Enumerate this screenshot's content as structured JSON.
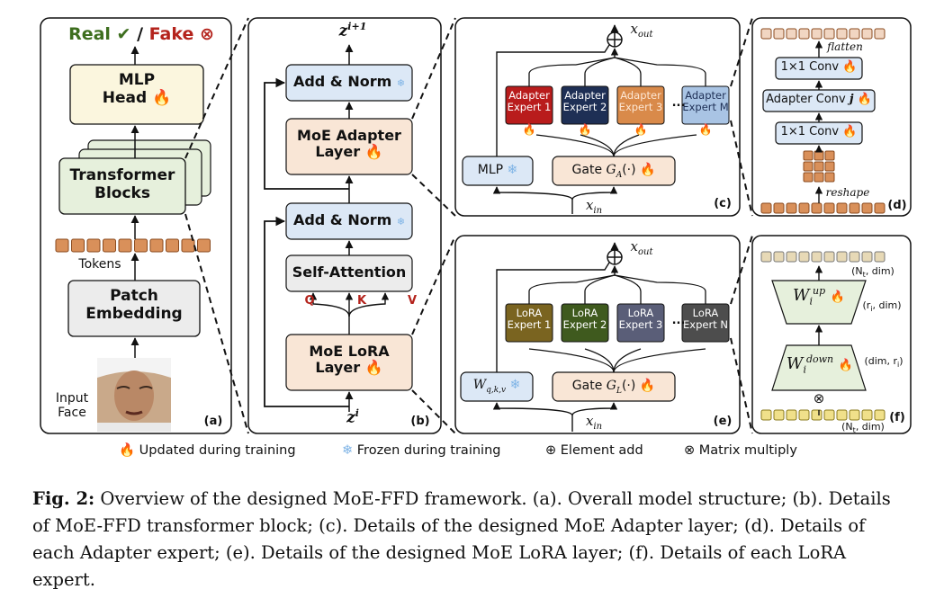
{
  "panel_a": {
    "real": "Real",
    "slash": "/",
    "fake": "Fake",
    "mlp_head": [
      "MLP",
      "Head"
    ],
    "transformer_blocks": [
      "Transformer",
      "Blocks"
    ],
    "tokens": "Tokens",
    "patch_embedding": [
      "Patch",
      "Embedding"
    ],
    "input_face": [
      "Input",
      "Face"
    ],
    "tag": "(a)"
  },
  "panel_b": {
    "z_top": "z",
    "z_top_sup": "i+1",
    "add_norm_top": "Add & Norm",
    "moe_adapter": [
      "MoE Adapter",
      "Layer"
    ],
    "add_norm_bottom": "Add & Norm",
    "self_attention": "Self-Attention",
    "q": "Q",
    "k": "K",
    "v": "V",
    "moe_lora": [
      "MoE LoRA",
      "Layer"
    ],
    "z_bottom": "z",
    "z_bottom_sup": "i",
    "tag": "(b)"
  },
  "panel_c": {
    "x_out": "x",
    "x_out_sub": "out",
    "experts": [
      {
        "line1": "Adapter",
        "line2": "Expert 1",
        "color": "#b91c1c"
      },
      {
        "line1": "Adapter",
        "line2": "Expert 2",
        "color": "#1e2f55"
      },
      {
        "line1": "Adapter",
        "line2": "Expert 3",
        "color": "#d98a4a"
      },
      {
        "line1": "Adapter",
        "line2": "Expert M",
        "color": "#a9c4e4"
      }
    ],
    "ellipsis": "...",
    "mlp": "MLP",
    "gate": "Gate",
    "gate_sym": "G",
    "gate_sub": "A",
    "gate_arg": "(·)",
    "x_in": "x",
    "x_in_sub": "in",
    "tag": "(c)"
  },
  "panel_d": {
    "flatten": "flatten",
    "conv_top": "1×1 Conv",
    "adapter_conv": "Adapter Conv ",
    "adapter_conv_j": "j",
    "conv_bottom": "1×1 Conv",
    "reshape": "reshape",
    "tag": "(d)"
  },
  "panel_e": {
    "x_out": "x",
    "x_out_sub": "out",
    "experts": [
      {
        "line1": "LoRA",
        "line2": "Expert 1",
        "color": "#7a6420"
      },
      {
        "line1": "LoRA",
        "line2": "Expert 2",
        "color": "#3f5a1e"
      },
      {
        "line1": "LoRA",
        "line2": "Expert 3",
        "color": "#5a5e78"
      },
      {
        "line1": "LoRA",
        "line2": "Expert N",
        "color": "#4d4d4d"
      }
    ],
    "ellipsis": "...",
    "w": "W",
    "w_sub": "q,k,v",
    "gate": "Gate",
    "gate_sym": "G",
    "gate_sub": "L",
    "gate_arg": "(·)",
    "x_in": "x",
    "x_in_sub": "in",
    "tag": "(e)"
  },
  "panel_f": {
    "top_dims": "(N",
    "top_dims_sub": "t",
    "top_dims_rest": ", dim)",
    "w_up": "W",
    "w_up_sub": "i",
    "w_up_sup": "up",
    "w_up_dims": "(r",
    "w_up_dims_sub": "i",
    "w_up_dims_rest": ", dim)",
    "w_down": "W",
    "w_down_sub": "i",
    "w_down_sup": "down",
    "w_down_dims": "(dim, r",
    "w_down_dims_sub": "i",
    "w_down_dims_rest": ")",
    "multiply": "⊗",
    "bottom_dims": "(N",
    "bottom_dims_sub": "t",
    "bottom_dims_rest": ", dim)",
    "tag": "(f)"
  },
  "legend": {
    "updated": "Updated during training",
    "frozen": "Frozen during training",
    "add_symbol": "⊕",
    "add": "Element add",
    "mul_symbol": "⊗",
    "mul": "Matrix multiply"
  },
  "caption": {
    "label": "Fig. 2:",
    "text": " Overview of the designed MoE-FFD framework. (a). Overall model structure; (b). Details of MoE-FFD transformer block; (c). Details of the designed MoE Adapter layer; (d). Details of each Adapter expert; (e). Details of the designed MoE LoRA layer; (f). Details of each LoRA expert."
  },
  "colors": {
    "fire": "#f26a1b",
    "snow": "#7fb4e6",
    "token": "#d9905a",
    "token_border": "#8a4a1e",
    "token_light": "#e7d9b6",
    "green_box": "#e6f0dc",
    "peach_box": "#f9e6d6",
    "blue_box": "#dce8f6",
    "grey_box": "#ececec",
    "cream_box": "#fbf6de",
    "real": "#3d6e1e",
    "fake": "#b4231c"
  }
}
